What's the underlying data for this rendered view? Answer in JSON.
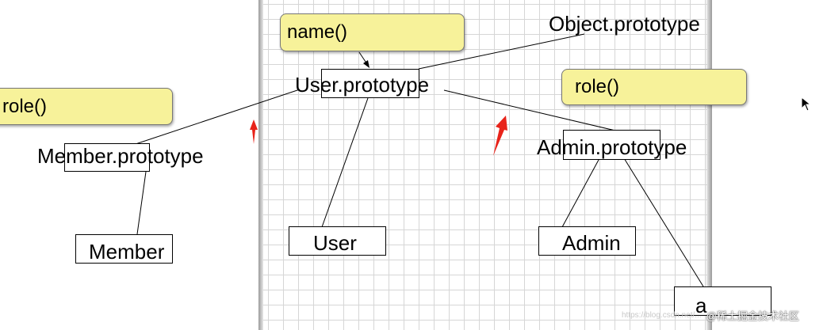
{
  "notes": {
    "name_method": "name()",
    "role_method_left": "role()",
    "role_method_right": "role()"
  },
  "nodes": {
    "object_prototype": "Object.prototype",
    "user_prototype": "User.prototype",
    "member_prototype": "Member.prototype",
    "admin_prototype": "Admin.prototype",
    "user": "User",
    "member": "Member",
    "admin": "Admin",
    "instance_a": "a"
  },
  "watermark": {
    "url": "https://blog.csdn.net/...",
    "text": "@稀土掘金技术社区"
  },
  "colors": {
    "note_fill": "#f7f29a",
    "arrow_red": "#e8231a",
    "grid_line": "#d6d6d6"
  }
}
